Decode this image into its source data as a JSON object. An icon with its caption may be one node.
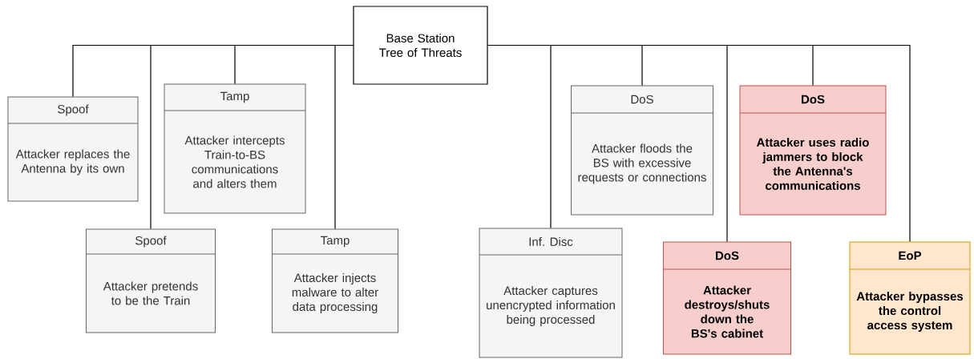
{
  "diagram": {
    "nodes": [
      {
        "text": [
          "Base Station Tree of Threats"
        ]
      },
      {
        "text": [
          "Spoof",
          "Attacker replaces the Antenna by its own"
        ]
      },
      {
        "text": [
          "Spoof",
          "Attacker pretends to be the Train"
        ]
      },
      {
        "text": [
          "Tamp",
          "Attacker intercepts Train-to-BS communications and alters them"
        ]
      },
      {
        "text": [
          "Tamp",
          "Attacker injects malware to alter data processing"
        ]
      },
      {
        "text": [
          "Inf. Disc",
          "Attacker captures unencrypted information being processed"
        ]
      },
      {
        "text": [
          "DoS",
          "Attacker floods the BS with excessive requests or connections"
        ]
      },
      {
        "text": [
          "DoS",
          "Attacker destroys/shuts down the BS's cabinet"
        ]
      },
      {
        "text": [
          "DoS",
          "Attacker uses radio jammers to block the Antenna's communications"
        ]
      },
      {
        "text": [
          "EoP",
          "Attacker bypasses the control access system"
        ]
      }
    ],
    "edges": [
      {
        "from": 0,
        "to": 1,
        "arrow": "none"
      },
      {
        "from": 0,
        "to": 2,
        "arrow": "none"
      },
      {
        "from": 0,
        "to": 3,
        "arrow": "none"
      },
      {
        "from": 0,
        "to": 4,
        "arrow": "none"
      },
      {
        "from": 0,
        "to": 5,
        "arrow": "none"
      },
      {
        "from": 0,
        "to": 6,
        "arrow": "none"
      },
      {
        "from": 0,
        "to": 7,
        "arrow": "none"
      },
      {
        "from": 0,
        "to": 8,
        "arrow": "none"
      },
      {
        "from": 0,
        "to": 9,
        "arrow": "none"
      }
    ]
  }
}
